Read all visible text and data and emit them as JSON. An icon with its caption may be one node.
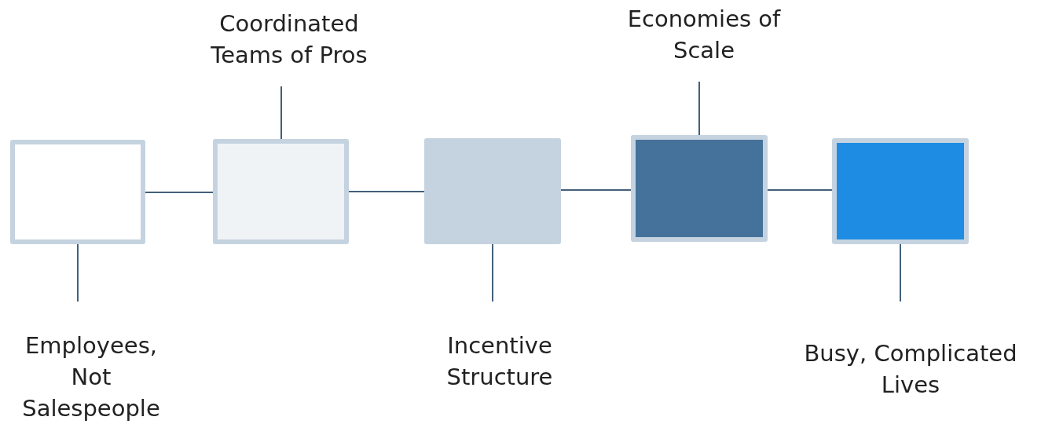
{
  "diagram": {
    "nodes": [
      {
        "text": [],
        "shape": "box"
      },
      {
        "text": [],
        "shape": "box"
      },
      {
        "text": [],
        "shape": "box"
      },
      {
        "text": [],
        "shape": "box"
      },
      {
        "text": [],
        "shape": "box"
      },
      {
        "text": [
          "Employees, Not Salespeople"
        ]
      },
      {
        "text": [
          "Coordinated Teams of Pros"
        ]
      },
      {
        "text": [
          "Incentive Structure"
        ]
      },
      {
        "text": [
          "Economies of Scale"
        ]
      },
      {
        "text": [
          "Busy, Complicated Lives"
        ]
      }
    ],
    "edges": [
      {
        "from": 0,
        "to": 1,
        "arrow": "none"
      },
      {
        "from": 1,
        "to": 2,
        "arrow": "none"
      },
      {
        "from": 2,
        "to": 3,
        "arrow": "none"
      },
      {
        "from": 3,
        "to": 4,
        "arrow": "none"
      },
      {
        "from": 5,
        "to": 0,
        "arrow": "none"
      },
      {
        "from": 6,
        "to": 1,
        "arrow": "none"
      },
      {
        "from": 7,
        "to": 2,
        "arrow": "none"
      },
      {
        "from": 8,
        "to": 3,
        "arrow": "none"
      },
      {
        "from": 9,
        "to": 4,
        "arrow": "none"
      }
    ]
  }
}
